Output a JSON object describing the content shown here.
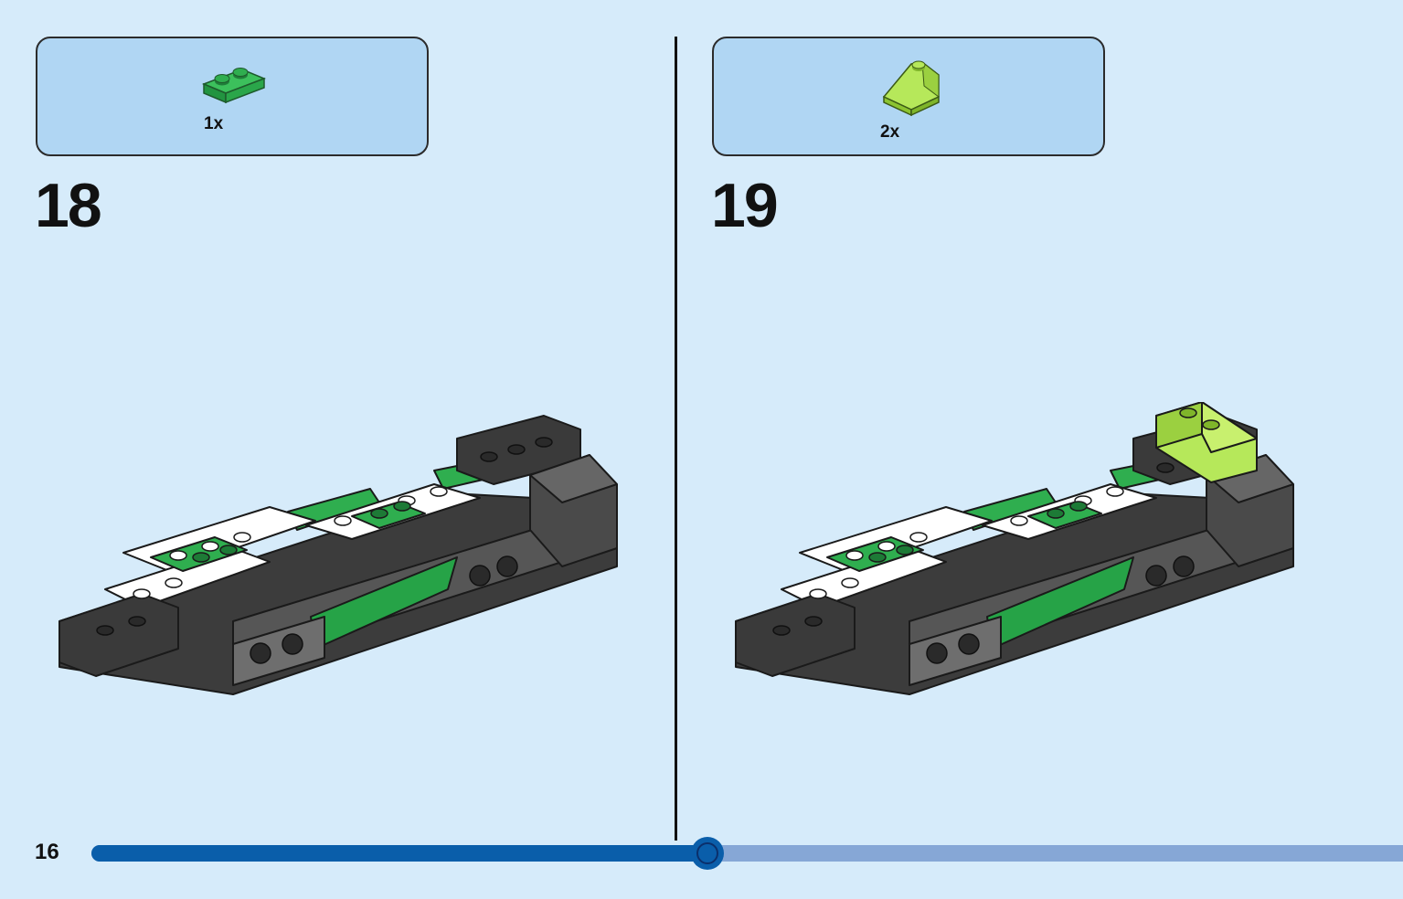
{
  "steps": [
    {
      "number": "18",
      "part": {
        "quantity": "1x",
        "brick": "green-plate-1x2-icon",
        "color": "#2fae4f"
      }
    },
    {
      "number": "19",
      "part": {
        "quantity": "2x",
        "brick": "lime-slope-brick-icon",
        "color": "#9fd83a"
      }
    }
  ],
  "footer": {
    "page_number": "16",
    "progress_fraction": 0.47
  },
  "colors": {
    "background": "#d6ebfa",
    "parts_box": "#b0d6f3",
    "progress_done": "#0a5eaa",
    "progress_remaining": "#86a7d6",
    "brick_green": "#2fae4f",
    "brick_lime": "#9fd83a",
    "brick_black": "#3a3a3a",
    "brick_white": "#ffffff",
    "brick_gray": "#8c8c8c"
  }
}
